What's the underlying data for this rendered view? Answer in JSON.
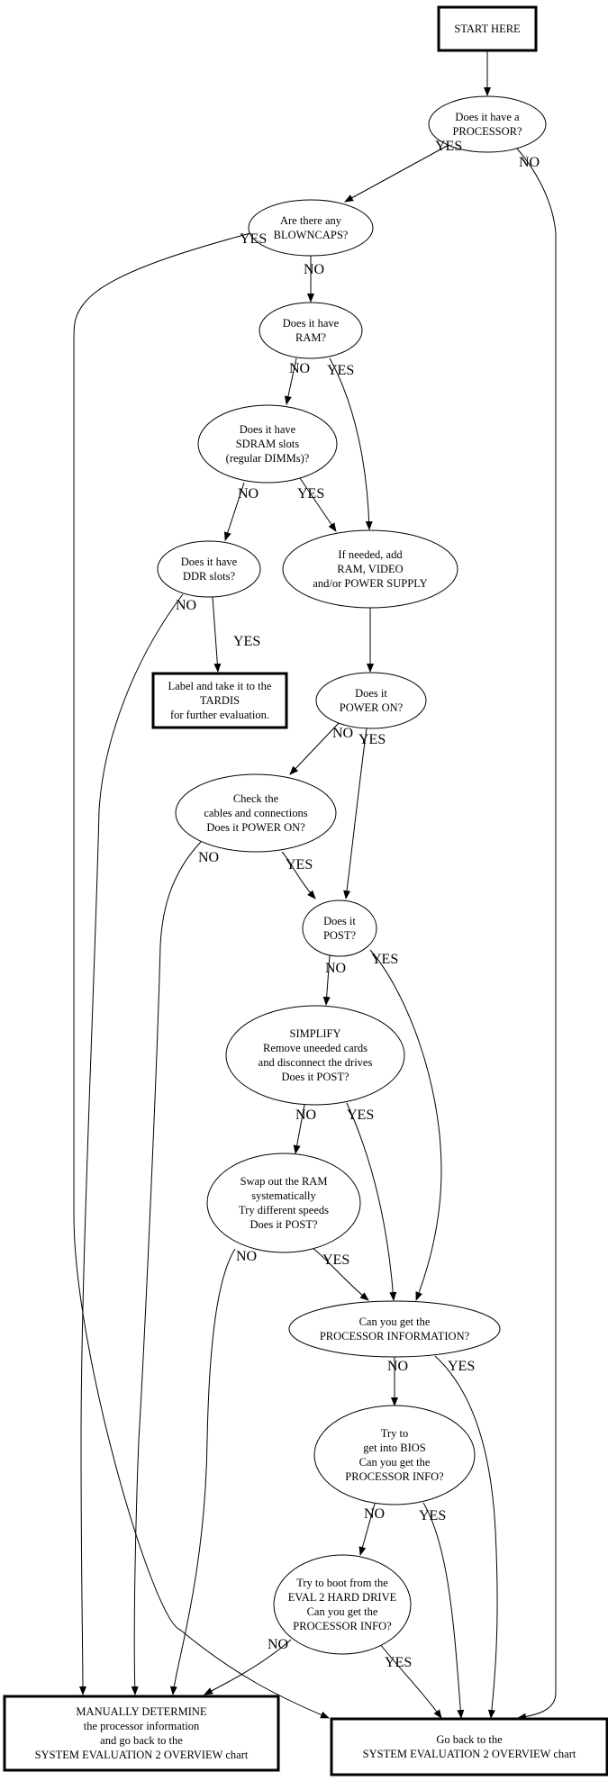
{
  "title": "Processor identification troubleshooting flowchart",
  "nodes": {
    "start": {
      "shape": "box",
      "lines": [
        "START HERE"
      ]
    },
    "has_processor": {
      "shape": "ellipse",
      "lines": [
        "Does it have a",
        "PROCESSOR?"
      ]
    },
    "blowncaps": {
      "shape": "ellipse",
      "lines": [
        "Are there any",
        "BLOWNCAPS?"
      ]
    },
    "has_ram": {
      "shape": "ellipse",
      "lines": [
        "Does it have",
        "RAM?"
      ]
    },
    "sdram_slots": {
      "shape": "ellipse",
      "lines": [
        "Does it have",
        "SDRAM slots",
        "(regular DIMMs)?"
      ]
    },
    "ddr_slots": {
      "shape": "ellipse",
      "lines": [
        "Does it have",
        "DDR slots?"
      ]
    },
    "add_parts": {
      "shape": "ellipse",
      "lines": [
        "If needed, add",
        "RAM, VIDEO",
        "and/or POWER SUPPLY"
      ]
    },
    "tardis": {
      "shape": "box",
      "lines": [
        "Label and take it to the",
        "TARDIS",
        "for further evaluation."
      ]
    },
    "power_on": {
      "shape": "ellipse",
      "lines": [
        "Does it",
        "POWER ON?"
      ]
    },
    "check_cables": {
      "shape": "ellipse",
      "lines": [
        "Check the",
        "cables and connections",
        "Does it POWER ON?"
      ]
    },
    "post": {
      "shape": "ellipse",
      "lines": [
        "Does it",
        "POST?"
      ]
    },
    "simplify": {
      "shape": "ellipse",
      "lines": [
        "SIMPLIFY",
        "Remove uneeded cards",
        "and disconnect the drives",
        "Does it POST?"
      ]
    },
    "swap_ram": {
      "shape": "ellipse",
      "lines": [
        "Swap out the RAM",
        "systematically",
        "Try different speeds",
        "Does it POST?"
      ]
    },
    "proc_info": {
      "shape": "ellipse",
      "lines": [
        "Can you get the",
        "PROCESSOR INFORMATION?"
      ]
    },
    "bios": {
      "shape": "ellipse",
      "lines": [
        "Try to",
        "get into BIOS",
        "Can you get the",
        "PROCESSOR INFO?"
      ]
    },
    "boot_eval": {
      "shape": "ellipse",
      "lines": [
        "Try to boot from the",
        "EVAL 2 HARD DRIVE",
        "Can you get the",
        "PROCESSOR INFO?"
      ]
    },
    "manual": {
      "shape": "box",
      "lines": [
        "MANUALLY DETERMINE",
        "the processor information",
        "and go back to the",
        "SYSTEM EVALUATION 2 OVERVIEW chart"
      ]
    },
    "go_back": {
      "shape": "box",
      "lines": [
        "Go back to the",
        "SYSTEM EVALUATION 2 OVERVIEW chart"
      ]
    }
  },
  "edges": [
    {
      "from": "start",
      "to": "has_processor",
      "label": ""
    },
    {
      "from": "has_processor",
      "to": "blowncaps",
      "label": "YES"
    },
    {
      "from": "has_processor",
      "to": "go_back",
      "label": "NO"
    },
    {
      "from": "blowncaps",
      "to": "go_back",
      "label": "YES"
    },
    {
      "from": "blowncaps",
      "to": "has_ram",
      "label": "NO"
    },
    {
      "from": "has_ram",
      "to": "sdram_slots",
      "label": "NO"
    },
    {
      "from": "has_ram",
      "to": "add_parts",
      "label": "YES"
    },
    {
      "from": "sdram_slots",
      "to": "ddr_slots",
      "label": "NO"
    },
    {
      "from": "sdram_slots",
      "to": "add_parts",
      "label": "YES"
    },
    {
      "from": "ddr_slots",
      "to": "manual",
      "label": "NO"
    },
    {
      "from": "ddr_slots",
      "to": "tardis",
      "label": "YES"
    },
    {
      "from": "add_parts",
      "to": "power_on",
      "label": ""
    },
    {
      "from": "power_on",
      "to": "check_cables",
      "label": "NO"
    },
    {
      "from": "power_on",
      "to": "post",
      "label": "YES"
    },
    {
      "from": "check_cables",
      "to": "manual",
      "label": "NO"
    },
    {
      "from": "check_cables",
      "to": "post",
      "label": "YES"
    },
    {
      "from": "post",
      "to": "simplify",
      "label": "NO"
    },
    {
      "from": "post",
      "to": "proc_info",
      "label": "YES"
    },
    {
      "from": "simplify",
      "to": "swap_ram",
      "label": "NO"
    },
    {
      "from": "simplify",
      "to": "proc_info",
      "label": "YES"
    },
    {
      "from": "swap_ram",
      "to": "manual",
      "label": "NO"
    },
    {
      "from": "swap_ram",
      "to": "proc_info",
      "label": "YES"
    },
    {
      "from": "proc_info",
      "to": "bios",
      "label": "NO"
    },
    {
      "from": "proc_info",
      "to": "go_back",
      "label": "YES"
    },
    {
      "from": "bios",
      "to": "boot_eval",
      "label": "NO"
    },
    {
      "from": "bios",
      "to": "go_back",
      "label": "YES"
    },
    {
      "from": "boot_eval",
      "to": "manual",
      "label": "NO"
    },
    {
      "from": "boot_eval",
      "to": "go_back",
      "label": "YES"
    }
  ]
}
